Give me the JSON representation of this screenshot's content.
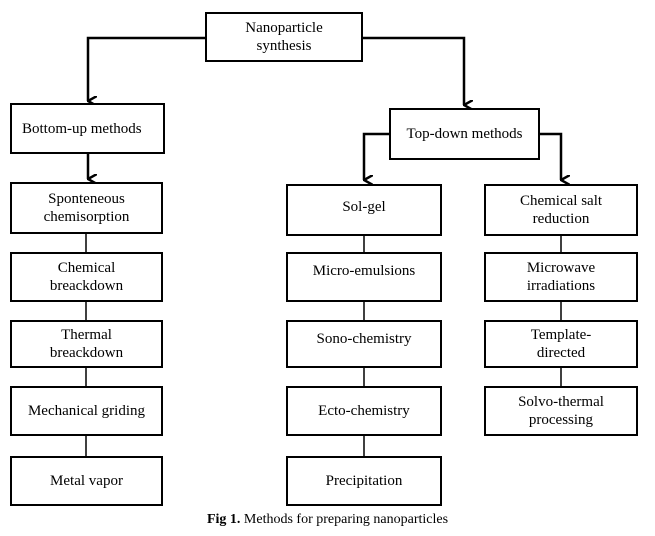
{
  "root": {
    "label": "Nanoparticle\nsynthesis"
  },
  "bottom_up": {
    "label": "Bottom-up methods",
    "items": [
      "Sponteneous\nchemisorption",
      "Chemical\nbreackdown",
      "Thermal\nbreackdown",
      "Mechanical griding",
      "Metal vapor"
    ]
  },
  "top_down": {
    "label": "Top-down methods",
    "col1": [
      "Sol-gel",
      "Micro-emulsions",
      "Sono-chemistry",
      "Ecto-chemistry",
      "Precipitation"
    ],
    "col2": [
      "Chemical salt\nreduction",
      "Microwave\nirradiations",
      "Template-\ndirected",
      "Solvo-thermal\nprocessing"
    ]
  },
  "caption": {
    "label": "Fig 1.",
    "text": " Methods for preparing nanoparticles"
  }
}
